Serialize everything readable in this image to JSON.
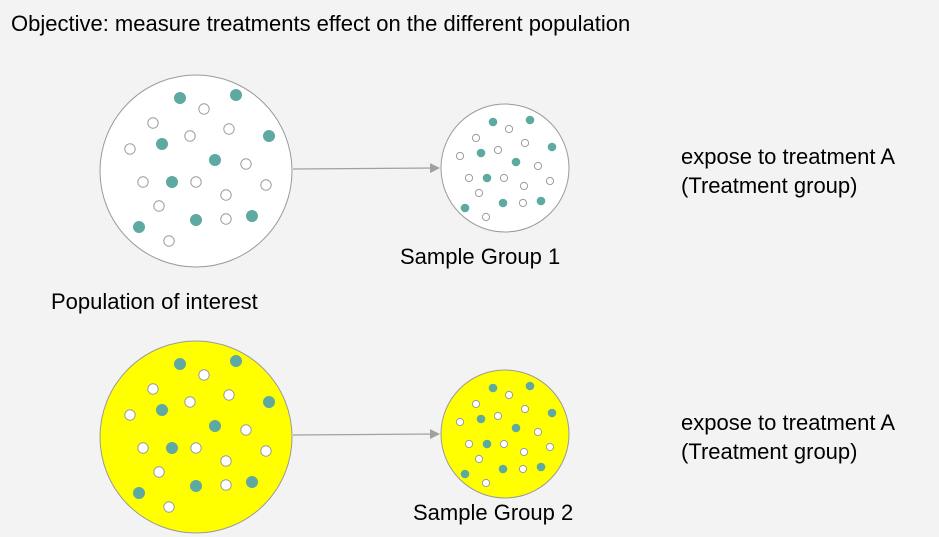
{
  "title": "Objective: measure treatments effect on the different population",
  "population_label": "Population of interest",
  "sample_group_1_label": "Sample Group 1",
  "sample_group_2_label": "Sample Group 2",
  "treatment_1": {
    "line1": "expose to treatment A",
    "line2": "(Treatment group)"
  },
  "treatment_2": {
    "line1": "expose to treatment A",
    "line2": "(Treatment group)"
  },
  "colors": {
    "background": "#f3f3f3",
    "population_fill_1": "#ffffff",
    "population_fill_2": "#ffff00",
    "teal_dot": "#5ea9a1",
    "outline": "#9a9a9a",
    "arrow": "#a0a0a0"
  }
}
